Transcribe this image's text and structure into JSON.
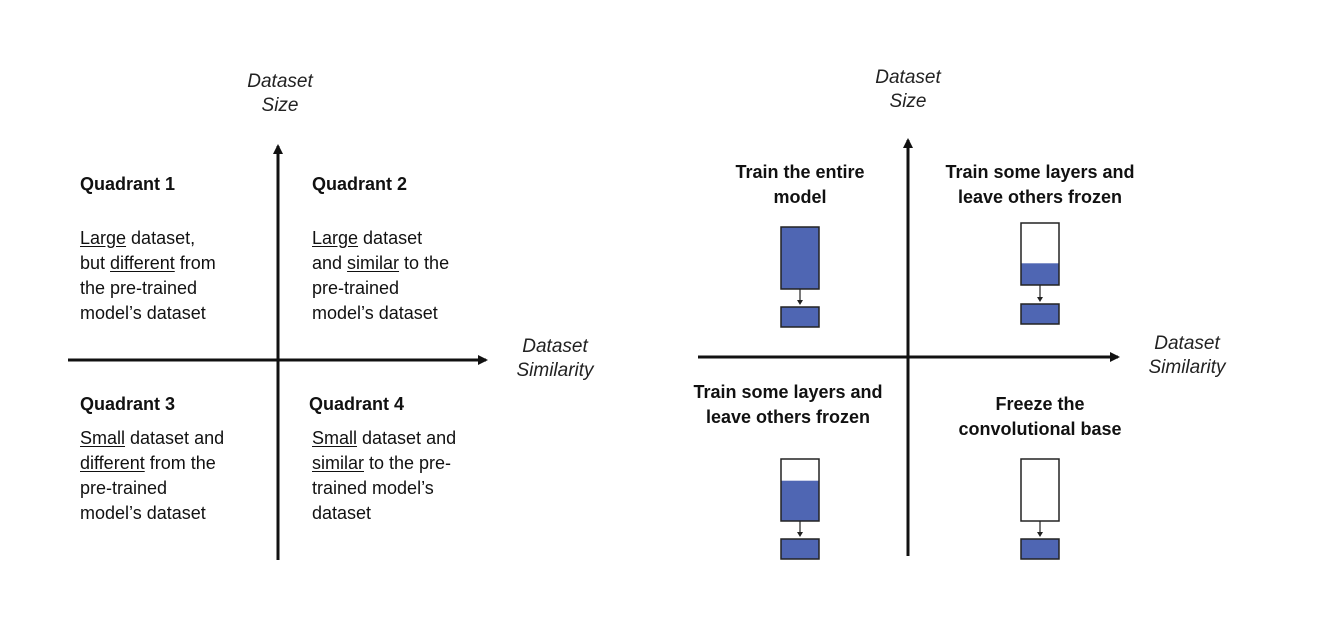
{
  "left": {
    "y_axis_label": [
      "Dataset",
      "Size"
    ],
    "x_axis_label": [
      "Dataset",
      "Similarity"
    ],
    "quadrants": [
      {
        "title": "Quadrant 1",
        "lines": [
          [
            {
              "t": "Large",
              "u": true
            },
            {
              "t": " dataset,",
              "u": false
            }
          ],
          [
            {
              "t": "but ",
              "u": false
            },
            {
              "t": "different",
              "u": true
            },
            {
              "t": " from",
              "u": false
            }
          ],
          [
            {
              "t": "the pre-trained",
              "u": false
            }
          ],
          [
            {
              "t": "model’s dataset",
              "u": false
            }
          ]
        ]
      },
      {
        "title": "Quadrant 2",
        "lines": [
          [
            {
              "t": "Large",
              "u": true
            },
            {
              "t": " dataset",
              "u": false
            }
          ],
          [
            {
              "t": "and ",
              "u": false
            },
            {
              "t": "similar",
              "u": true
            },
            {
              "t": " to the",
              "u": false
            }
          ],
          [
            {
              "t": "pre-trained",
              "u": false
            }
          ],
          [
            {
              "t": "model’s dataset",
              "u": false
            }
          ]
        ]
      },
      {
        "title": "Quadrant 3",
        "lines": [
          [
            {
              "t": "Small",
              "u": true
            },
            {
              "t": " dataset and",
              "u": false
            }
          ],
          [
            {
              "t": "different",
              "u": true
            },
            {
              "t": " from the",
              "u": false
            }
          ],
          [
            {
              "t": "pre-trained",
              "u": false
            }
          ],
          [
            {
              "t": "model’s dataset",
              "u": false
            }
          ]
        ]
      },
      {
        "title": "Quadrant 4",
        "lines": [
          [
            {
              "t": "Small",
              "u": true
            },
            {
              "t": " dataset and",
              "u": false
            }
          ],
          [
            {
              "t": "similar",
              "u": true
            },
            {
              "t": " to the pre-",
              "u": false
            }
          ],
          [
            {
              "t": "trained model’s",
              "u": false
            }
          ],
          [
            {
              "t": "dataset",
              "u": false
            }
          ]
        ]
      }
    ]
  },
  "right": {
    "y_axis_label": [
      "Dataset",
      "Size"
    ],
    "x_axis_label": [
      "Dataset",
      "Similarity"
    ],
    "strategies": [
      {
        "title": [
          "Train the entire",
          "model"
        ],
        "trained_fraction": 1.0
      },
      {
        "title": [
          "Train some layers and",
          "leave others frozen"
        ],
        "trained_fraction": 0.35
      },
      {
        "title": [
          "Train some layers and",
          "leave others frozen"
        ],
        "trained_fraction": 0.65
      },
      {
        "title": [
          "Freeze the",
          "convolutional base"
        ],
        "trained_fraction": 0.0
      }
    ]
  },
  "colors": {
    "trained": "#4f66b3",
    "frozen": "#ffffff",
    "stroke": "#222222",
    "axis": "#111111"
  }
}
